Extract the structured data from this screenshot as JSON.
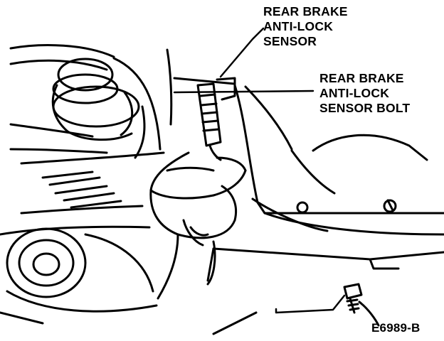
{
  "callouts": {
    "sensor": {
      "lines": [
        "REAR BRAKE",
        "ANTI-LOCK",
        "SENSOR"
      ]
    },
    "bolt": {
      "lines": [
        "REAR BRAKE",
        "ANTI-LOCK",
        "SENSOR BOLT"
      ]
    }
  },
  "figure_code": "E6989-B",
  "colors": {
    "ink": "#000000",
    "paper": "#ffffff"
  }
}
